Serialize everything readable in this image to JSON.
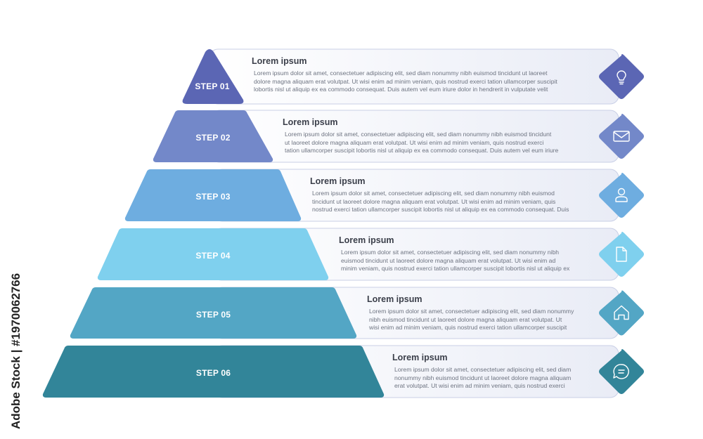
{
  "watermark": {
    "side_text": "Adobe Stock | #1970062766"
  },
  "steps": [
    {
      "label": "STEP 01",
      "title": "Lorem ipsum",
      "color": "#5b66b4",
      "icon": "lightbulb-icon",
      "lines": [
        "Lorem ipsum dolor sit amet, consectetuer adipiscing elit, sed diam nonummy nibh euismod tincidunt ut laoreet",
        "dolore magna aliquam erat volutpat. Ut wisi enim ad minim veniam, quis nostrud exerci tation ullamcorper suscipit",
        "lobortis nisl ut aliquip ex ea commodo consequat. Duis autem vel eum iriure dolor in hendrerit in vulputate velit"
      ]
    },
    {
      "label": "STEP 02",
      "title": "Lorem ipsum",
      "color": "#7388c9",
      "icon": "envelope-icon",
      "lines": [
        "Lorem ipsum dolor sit amet, consectetuer adipiscing elit, sed diam nonummy nibh euismod tincidunt",
        "ut laoreet dolore magna aliquam erat volutpat. Ut wisi enim ad minim veniam, quis nostrud exerci",
        "tation ullamcorper suscipit lobortis nisl ut aliquip ex ea commodo consequat. Duis autem vel eum iriure"
      ]
    },
    {
      "label": "STEP 03",
      "title": "Lorem ipsum",
      "color": "#6eade0",
      "icon": "user-icon",
      "lines": [
        "Lorem ipsum dolor sit amet, consectetuer adipiscing elit, sed diam nonummy nibh euismod",
        "tincidunt ut laoreet dolore magna aliquam erat volutpat. Ut wisi enim ad minim veniam, quis",
        "nostrud exerci tation ullamcorper suscipit lobortis nisl ut aliquip ex ea commodo consequat. Duis"
      ]
    },
    {
      "label": "STEP 04",
      "title": "Lorem ipsum",
      "color": "#7fd0ee",
      "icon": "document-icon",
      "lines": [
        "Lorem ipsum dolor sit amet, consectetuer adipiscing elit, sed diam nonummy nibh",
        "euismod tincidunt ut laoreet dolore magna aliquam erat volutpat. Ut wisi enim ad",
        "minim veniam, quis nostrud exerci tation ullamcorper suscipit lobortis nisl ut aliquip ex"
      ]
    },
    {
      "label": "STEP 05",
      "title": "Lorem ipsum",
      "color": "#53a6c5",
      "icon": "home-icon",
      "lines": [
        "Lorem ipsum dolor sit amet, consectetuer adipiscing elit, sed diam nonummy",
        "nibh euismod tincidunt ut laoreet dolore magna aliquam erat volutpat. Ut",
        "wisi enim ad minim veniam, quis nostrud exerci tation ullamcorper suscipit"
      ]
    },
    {
      "label": "STEP 06",
      "title": "Lorem ipsum",
      "color": "#328599",
      "icon": "chat-bubble-icon",
      "lines": [
        "Lorem ipsum dolor sit amet, consectetuer adipiscing elit, sed diam",
        "nonummy nibh euismod tincidunt ut laoreet dolore magna aliquam",
        "erat volutpat. Ut wisi enim ad minim veniam, quis nostrud exerci"
      ]
    }
  ]
}
